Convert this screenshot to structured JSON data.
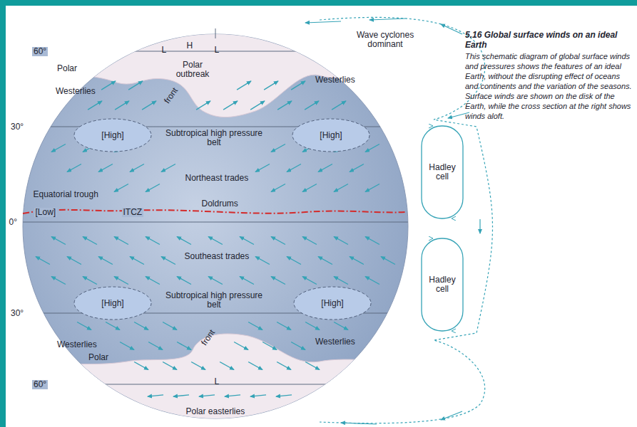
{
  "diagram": {
    "title": "5.16 Global surface winds on an ideal Earth",
    "caption": "This schematic diagram of global surface winds and pressures shows the features of an ideal Earth, without the disrupting effect of oceans and continents and the variation of the seasons. Surface winds are shown on the disk of the Earth, while the cross section at the right shows winds aloft.",
    "nodes": [
      {
        "text": [
          "[High]"
        ]
      },
      {
        "text": [
          "[High]"
        ]
      },
      {
        "text": [
          "Hadley cell"
        ]
      },
      {
        "text": [
          "[High]"
        ]
      },
      {
        "text": [
          "[High]"
        ]
      },
      {
        "text": [
          "Hadley cell"
        ]
      }
    ],
    "labels": [
      "60°",
      "Polar",
      "L",
      "H",
      "L",
      "Polar outbreak",
      "front",
      "Westerlies",
      "Westerlies",
      "30°",
      "Subtropical high pressure belt",
      "Northeast trades",
      "Equatorial trough",
      "[Low]",
      "ITCZ",
      "Doldrums",
      "0°",
      "Southeast trades",
      "30°",
      "Subtropical high pressure belt",
      "Westerlies",
      "Polar",
      "front",
      "L",
      "Westerlies",
      "60°",
      "Polar easterlies",
      "Wave cyclones dominant"
    ]
  }
}
